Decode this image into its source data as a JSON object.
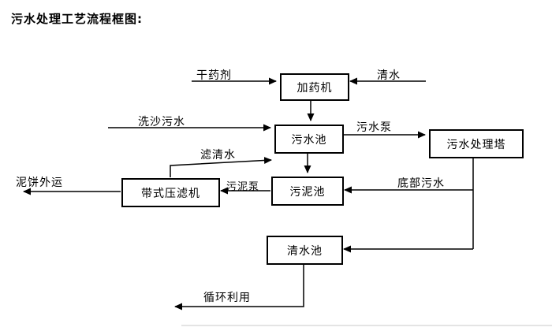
{
  "title": "污水处理工艺流程框图:",
  "nodes": {
    "dosing_machine": "加药机",
    "sewage_pool": "污水池",
    "treatment_tower": "污水处理塔",
    "sludge_pool": "污泥池",
    "belt_filter_press": "带式压滤机",
    "clear_water_pool": "清水池"
  },
  "edge_labels": {
    "dry_chemical": "干药剂",
    "clear_water": "清水",
    "sand_wash_sewage": "洗沙污水",
    "sewage_pump": "污水泵",
    "filtered_water": "滤清水",
    "sludge_pump": "污泥泵",
    "bottom_sewage": "底部污水",
    "mud_cake_out": "泥饼外运",
    "recycle_use": "循环利用"
  },
  "colors": {
    "line": "#000000",
    "background": "#ffffff"
  }
}
